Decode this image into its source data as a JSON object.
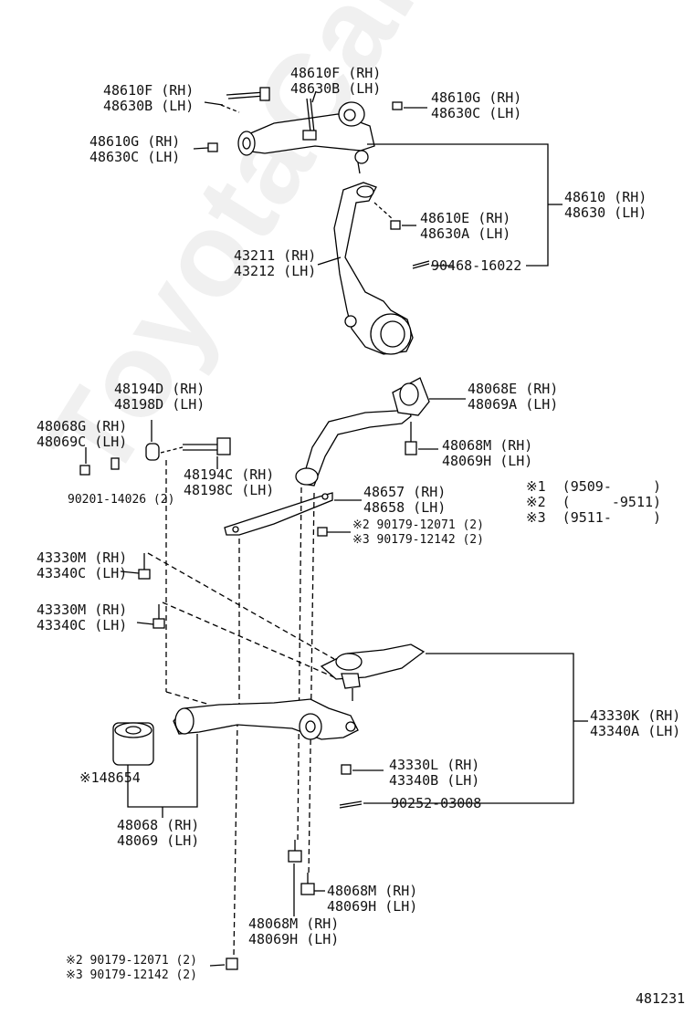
{
  "watermark": "ToyotaCarMine.ru",
  "diagram_id": "481231",
  "labels": {
    "l48610f_top": "48610F (RH)\n48630B (LH)",
    "l48610f_left": "48610F (RH)\n48630B (LH)",
    "l48610g_right": "48610G (RH)\n48630C (LH)",
    "l48610g_left": "48610G (RH)\n48630C (LH)",
    "l48610": "48610 (RH)\n48630 (LH)",
    "l48610e": "48610E (RH)\n48630A (LH)",
    "l43211": "43211 (RH)\n43212 (LH)",
    "l90468": "90468-16022",
    "l48194d": "48194D (RH)\n48198D (LH)",
    "l48068e": "48068E (RH)\n48069A (LH)",
    "l48068g": "48068G (RH)\n48069C (LH)",
    "l48068m_top": "48068M (RH)\n48069H (LH)",
    "l48194c": "48194C (RH)\n48198C (LH)",
    "l90201": "90201-14026 (2)",
    "l48657": "48657 (RH)\n48658 (LH)",
    "l90179_a": "※2 90179-12071 (2)\n※3 90179-12142 (2)",
    "l43330m_a": "43330M (RH)\n43340C (LH)",
    "l43330m_b": "43330M (RH)\n43340C (LH)",
    "l43330k": "43330K (RH)\n43340A (LH)",
    "l148654": "※148654",
    "l43330l": "43330L (RH)\n43340B (LH)",
    "l90252": "90252-03008",
    "l48068_bottom": "48068 (RH)\n48069 (LH)",
    "l48068m_mid": "48068M (RH)\n48069H (LH)",
    "l48068m_low": "48068M (RH)\n48069H (LH)",
    "l90179_b": "※2 90179-12071 (2)\n※3 90179-12142 (2)",
    "notes": "※1  (9509-     )\n※2  (     -9511)\n※3  (9511-     )"
  }
}
